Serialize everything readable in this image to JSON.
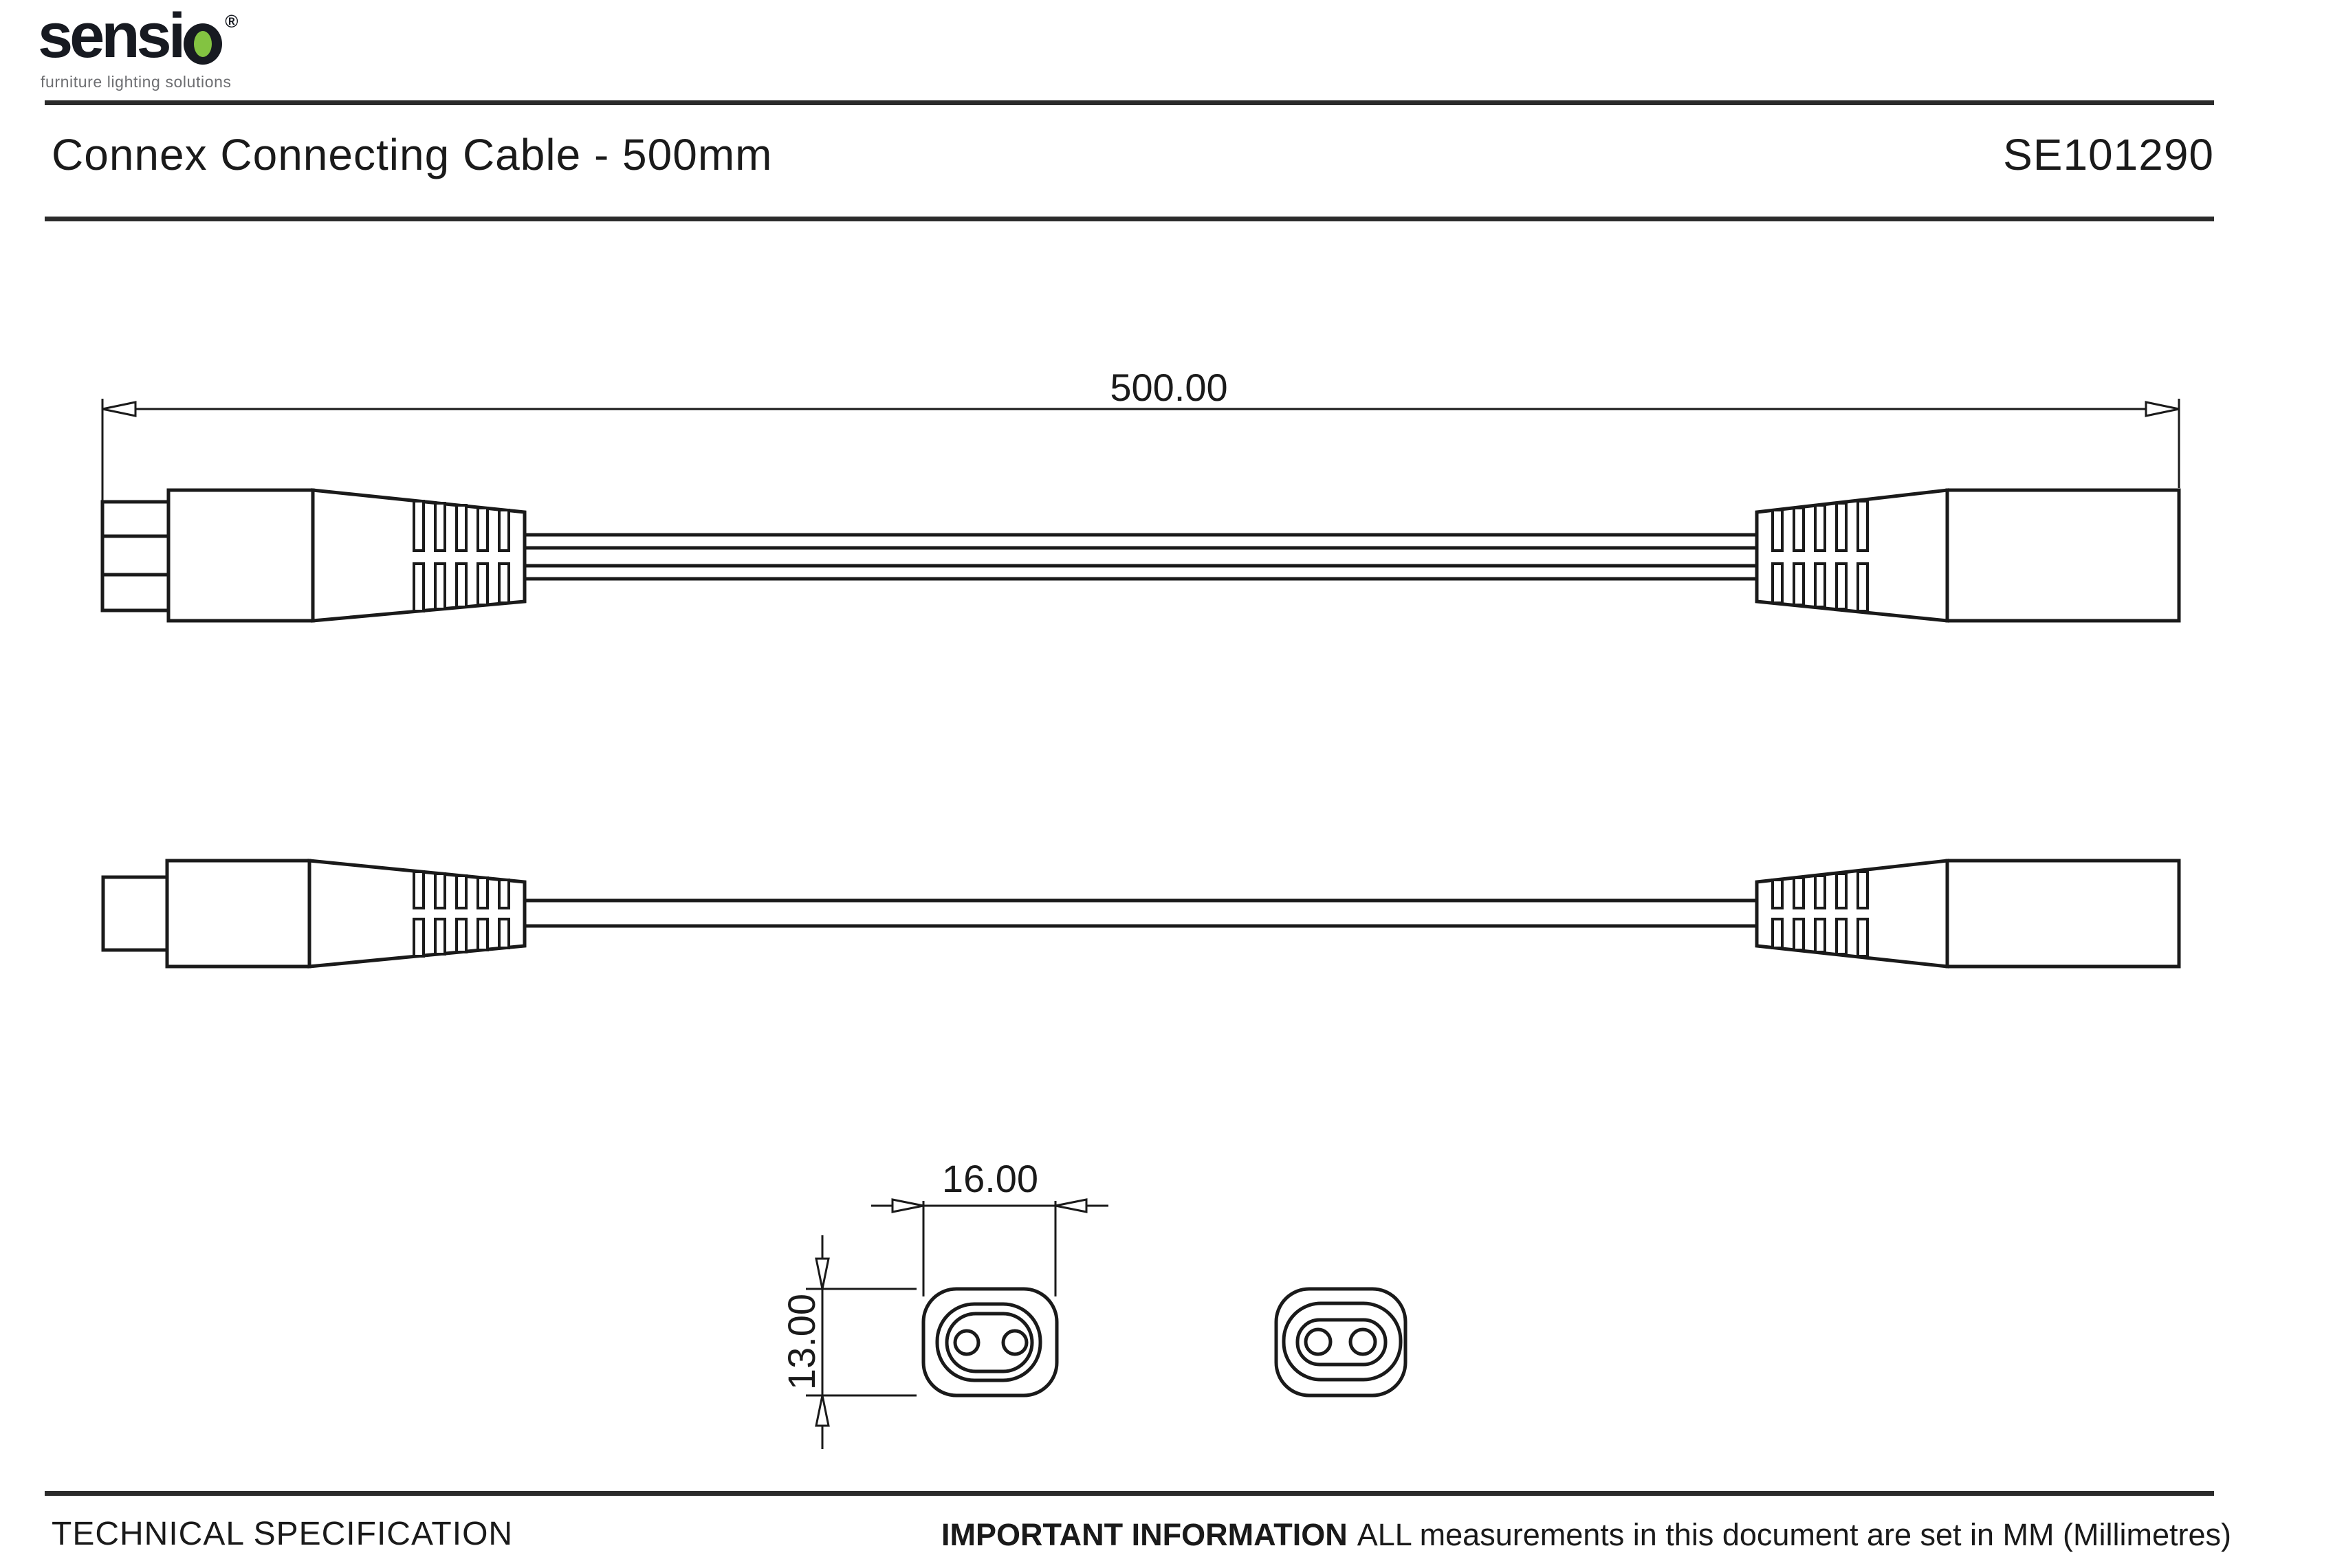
{
  "logo": {
    "brand": "sensi",
    "registered": "®",
    "tagline": "furniture lighting solutions"
  },
  "header": {
    "title": "Connex Connecting Cable - 500mm",
    "product_code": "SE101290"
  },
  "drawing": {
    "length_dim": "500.00",
    "width_dim": "16.00",
    "height_dim": "13.00"
  },
  "footer": {
    "left": "TECHNICAL SPECIFICATION",
    "right_bold": "IMPORTANT INFORMATION",
    "right_text": "ALL measurements in this document are set in MM (Millimetres)"
  },
  "colors": {
    "ink": "#1a1a1a",
    "rule": "#2b2b2b",
    "logo_dark": "#171a21",
    "logo_green": "#83c341",
    "tagline_gray": "#6d6e71"
  }
}
